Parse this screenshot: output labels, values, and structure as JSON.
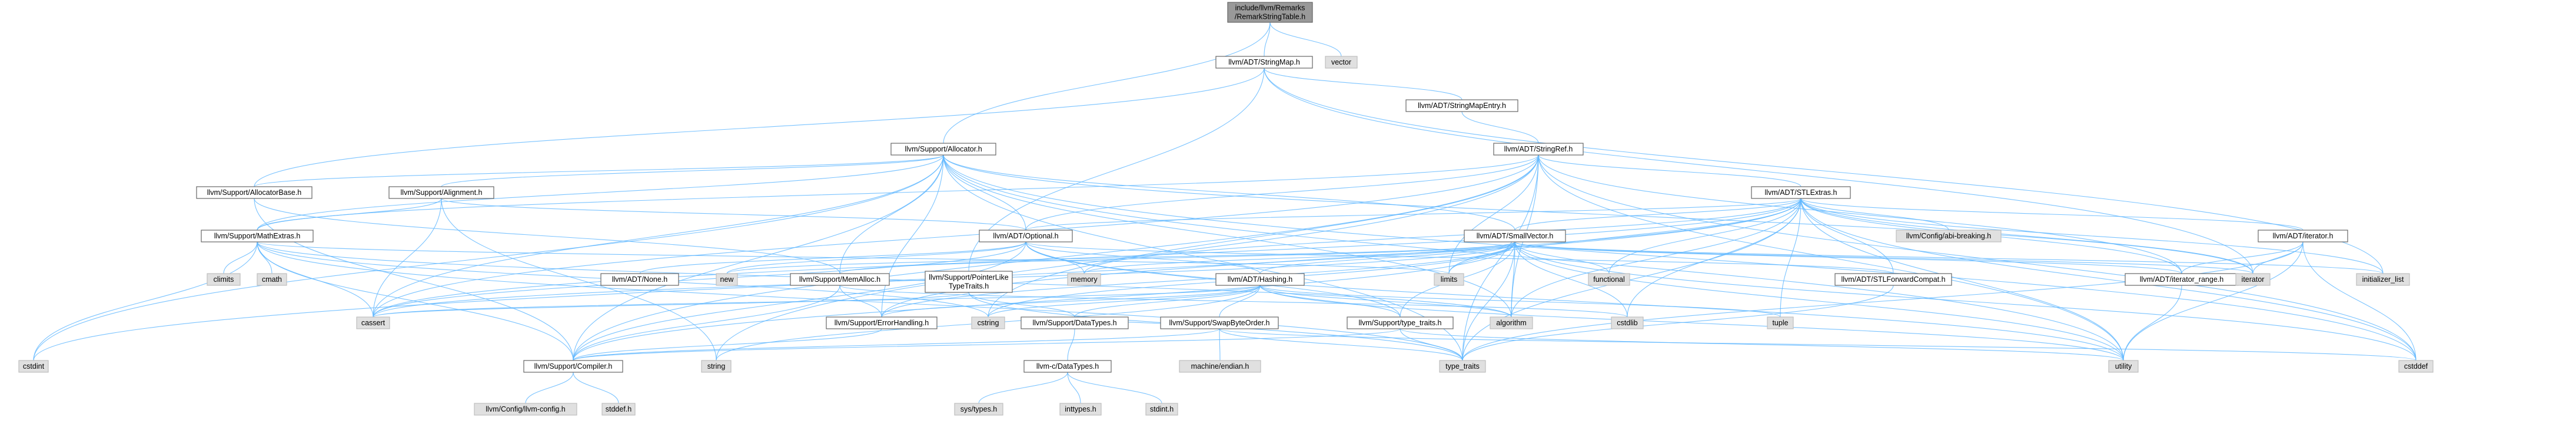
{
  "graph": {
    "root_label_line1": "include/llvm/Remarks",
    "root_label_line2": "/RemarkStringTable.h",
    "colors": {
      "edge": "#63b8ff",
      "root_fill": "#999999",
      "primary_fill": "#ffffff",
      "system_fill": "#e0e0e0"
    },
    "nodes": [
      {
        "id": "root",
        "label": "include/llvm/Remarks\n/RemarkStringTable.h",
        "kind": "root"
      },
      {
        "id": "vector",
        "label": "vector",
        "kind": "system"
      },
      {
        "id": "stringmap",
        "label": "llvm/ADT/StringMap.h",
        "kind": "primary"
      },
      {
        "id": "stringmapentry",
        "label": "llvm/ADT/StringMapEntry.h",
        "kind": "primary"
      },
      {
        "id": "stringref",
        "label": "llvm/ADT/StringRef.h",
        "kind": "primary"
      },
      {
        "id": "allocator",
        "label": "llvm/Support/Allocator.h",
        "kind": "primary"
      },
      {
        "id": "allocatorbase",
        "label": "llvm/Support/AllocatorBase.h",
        "kind": "primary"
      },
      {
        "id": "alignment",
        "label": "llvm/Support/Alignment.h",
        "kind": "primary"
      },
      {
        "id": "mathextras",
        "label": "llvm/Support/MathExtras.h",
        "kind": "primary"
      },
      {
        "id": "optional",
        "label": "llvm/ADT/Optional.h",
        "kind": "primary"
      },
      {
        "id": "stlextras",
        "label": "llvm/ADT/STLExtras.h",
        "kind": "primary"
      },
      {
        "id": "smallvector",
        "label": "llvm/ADT/SmallVector.h",
        "kind": "primary"
      },
      {
        "id": "fallthrough",
        "label": "llvm/Config/abi-breaking.h",
        "kind": "system"
      },
      {
        "id": "iteratorh",
        "label": "llvm/ADT/iterator.h",
        "kind": "primary"
      },
      {
        "id": "iteratorrange",
        "label": "llvm/ADT/iterator_range.h",
        "kind": "primary"
      },
      {
        "id": "stlforward",
        "label": "llvm/ADT/STLForwardCompat.h",
        "kind": "primary"
      },
      {
        "id": "none",
        "label": "llvm/ADT/None.h",
        "kind": "primary"
      },
      {
        "id": "hashing",
        "label": "llvm/ADT/Hashing.h",
        "kind": "primary"
      },
      {
        "id": "memalloc",
        "label": "llvm/Support/MemAlloc.h",
        "kind": "primary"
      },
      {
        "id": "pointerlike",
        "label": "llvm/Support/PointerLike\nTypeTraits.h",
        "kind": "primary"
      },
      {
        "id": "errorhandling",
        "label": "llvm/Support/ErrorHandling.h",
        "kind": "primary"
      },
      {
        "id": "datatypes",
        "label": "llvm/Support/DataTypes.h",
        "kind": "primary"
      },
      {
        "id": "swapbyteorder",
        "label": "llvm/Support/SwapByteOrder.h",
        "kind": "primary"
      },
      {
        "id": "typetraits",
        "label": "llvm/Support/type_traits.h",
        "kind": "primary"
      },
      {
        "id": "compiler",
        "label": "llvm/Support/Compiler.h",
        "kind": "primary"
      },
      {
        "id": "cdatatypes",
        "label": "llvm-c/DataTypes.h",
        "kind": "primary"
      },
      {
        "id": "llvmconfig",
        "label": "llvm/Config/llvm-config.h",
        "kind": "system"
      },
      {
        "id": "stddef",
        "label": "stddef.h",
        "kind": "system"
      },
      {
        "id": "systypes",
        "label": "sys/types.h",
        "kind": "system"
      },
      {
        "id": "inttypes",
        "label": "inttypes.h",
        "kind": "system"
      },
      {
        "id": "stdint",
        "label": "stdint.h",
        "kind": "system"
      },
      {
        "id": "machineendian",
        "label": "machine/endian.h",
        "kind": "system"
      },
      {
        "id": "climits",
        "label": "climits",
        "kind": "system"
      },
      {
        "id": "cmath",
        "label": "cmath",
        "kind": "system"
      },
      {
        "id": "cstdint",
        "label": "cstdint",
        "kind": "system"
      },
      {
        "id": "cassert",
        "label": "cassert",
        "kind": "system"
      },
      {
        "id": "new",
        "label": "new",
        "kind": "system"
      },
      {
        "id": "memory",
        "label": "memory",
        "kind": "system"
      },
      {
        "id": "limits",
        "label": "limits",
        "kind": "system"
      },
      {
        "id": "functional",
        "label": "functional",
        "kind": "system"
      },
      {
        "id": "cstring",
        "label": "cstring",
        "kind": "system"
      },
      {
        "id": "string",
        "label": "string",
        "kind": "system"
      },
      {
        "id": "algorithm",
        "label": "algorithm",
        "kind": "system"
      },
      {
        "id": "cstdlib",
        "label": "cstdlib",
        "kind": "system"
      },
      {
        "id": "tuple",
        "label": "tuple",
        "kind": "system"
      },
      {
        "id": "type_traits",
        "label": "type_traits",
        "kind": "system"
      },
      {
        "id": "utility",
        "label": "utility",
        "kind": "system"
      },
      {
        "id": "cstddef",
        "label": "cstddef",
        "kind": "system"
      },
      {
        "id": "iterator",
        "label": "iterator",
        "kind": "system"
      },
      {
        "id": "initializer_list",
        "label": "initializer_list",
        "kind": "system"
      }
    ],
    "edges": [
      [
        "root",
        "stringmap"
      ],
      [
        "root",
        "vector"
      ],
      [
        "root",
        "allocator"
      ],
      [
        "stringmap",
        "stringmapentry"
      ],
      [
        "stringmap",
        "allocatorbase"
      ],
      [
        "stringmap",
        "pointerlike"
      ],
      [
        "stringmap",
        "iterator"
      ],
      [
        "stringmap",
        "initializer_list"
      ],
      [
        "stringmapentry",
        "stringref"
      ],
      [
        "stringref",
        "stlextras"
      ],
      [
        "stringref",
        "compiler"
      ],
      [
        "stringref",
        "iteratorrange"
      ],
      [
        "stringref",
        "algorithm"
      ],
      [
        "stringref",
        "cassert"
      ],
      [
        "stringref",
        "cstddef"
      ],
      [
        "stringref",
        "cstring"
      ],
      [
        "stringref",
        "limits"
      ],
      [
        "stringref",
        "string"
      ],
      [
        "stringref",
        "type_traits"
      ],
      [
        "stringref",
        "utility"
      ],
      [
        "stringref",
        "optional"
      ],
      [
        "stringref",
        "mathextras"
      ],
      [
        "allocator",
        "allocatorbase"
      ],
      [
        "allocator",
        "alignment"
      ],
      [
        "allocator",
        "mathextras"
      ],
      [
        "allocator",
        "optional"
      ],
      [
        "allocator",
        "smallvector"
      ],
      [
        "allocator",
        "compiler"
      ],
      [
        "allocator",
        "memalloc"
      ],
      [
        "allocator",
        "errorhandling"
      ],
      [
        "allocator",
        "algorithm"
      ],
      [
        "allocator",
        "cassert"
      ],
      [
        "allocator",
        "cstddef"
      ],
      [
        "allocator",
        "cstdint"
      ],
      [
        "allocator",
        "iterator"
      ],
      [
        "allocator",
        "type_traits"
      ],
      [
        "allocator",
        "utility"
      ],
      [
        "allocatorbase",
        "compiler"
      ],
      [
        "allocatorbase",
        "memalloc"
      ],
      [
        "alignment",
        "mathextras"
      ],
      [
        "alignment",
        "cassert"
      ],
      [
        "alignment",
        "optional"
      ],
      [
        "alignment",
        "string"
      ],
      [
        "mathextras",
        "compiler"
      ],
      [
        "mathextras",
        "algorithm"
      ],
      [
        "mathextras",
        "cassert"
      ],
      [
        "mathextras",
        "climits"
      ],
      [
        "mathextras",
        "cmath"
      ],
      [
        "mathextras",
        "cstdint"
      ],
      [
        "mathextras",
        "cstring"
      ],
      [
        "mathextras",
        "limits"
      ],
      [
        "mathextras",
        "type_traits"
      ],
      [
        "optional",
        "none"
      ],
      [
        "optional",
        "stlforward"
      ],
      [
        "optional",
        "compiler"
      ],
      [
        "optional",
        "typetraits"
      ],
      [
        "optional",
        "cassert"
      ],
      [
        "optional",
        "new"
      ],
      [
        "optional",
        "utility"
      ],
      [
        "optional",
        "hashing"
      ],
      [
        "optional",
        "memory"
      ],
      [
        "stlextras",
        "fallthrough"
      ],
      [
        "stlextras",
        "iteratorh"
      ],
      [
        "stlextras",
        "iteratorrange"
      ],
      [
        "stlextras",
        "stlforward"
      ],
      [
        "stlextras",
        "errorhandling"
      ],
      [
        "stlextras",
        "algorithm"
      ],
      [
        "stlextras",
        "cassert"
      ],
      [
        "stlextras",
        "cstddef"
      ],
      [
        "stlextras",
        "cstdint"
      ],
      [
        "stlextras",
        "cstdlib"
      ],
      [
        "stlextras",
        "functional"
      ],
      [
        "stlextras",
        "initializer_list"
      ],
      [
        "stlextras",
        "iterator"
      ],
      [
        "stlextras",
        "limits"
      ],
      [
        "stlextras",
        "memory"
      ],
      [
        "stlextras",
        "tuple"
      ],
      [
        "stlextras",
        "type_traits"
      ],
      [
        "stlextras",
        "utility"
      ],
      [
        "stlextras",
        "optional"
      ],
      [
        "stlextras",
        "smallvector"
      ],
      [
        "smallvector",
        "iteratorrange"
      ],
      [
        "smallvector",
        "compiler"
      ],
      [
        "smallvector",
        "memalloc"
      ],
      [
        "smallvector",
        "typetraits"
      ],
      [
        "smallvector",
        "algorithm"
      ],
      [
        "smallvector",
        "cassert"
      ],
      [
        "smallvector",
        "cstddef"
      ],
      [
        "smallvector",
        "cstdlib"
      ],
      [
        "smallvector",
        "cstring"
      ],
      [
        "smallvector",
        "functional"
      ],
      [
        "smallvector",
        "initializer_list"
      ],
      [
        "smallvector",
        "iterator"
      ],
      [
        "smallvector",
        "limits"
      ],
      [
        "smallvector",
        "memory"
      ],
      [
        "smallvector",
        "new"
      ],
      [
        "smallvector",
        "type_traits"
      ],
      [
        "smallvector",
        "utility"
      ],
      [
        "smallvector",
        "errorhandling"
      ],
      [
        "smallvector",
        "hashing"
      ],
      [
        "iteratorh",
        "iteratorrange"
      ],
      [
        "iteratorh",
        "cstddef"
      ],
      [
        "iteratorh",
        "iterator"
      ],
      [
        "iteratorh",
        "type_traits"
      ],
      [
        "iteratorh",
        "utility"
      ],
      [
        "iteratorrange",
        "utility"
      ],
      [
        "stlforward",
        "type_traits"
      ],
      [
        "hashing",
        "errorhandling"
      ],
      [
        "hashing",
        "swapbyteorder"
      ],
      [
        "hashing",
        "typetraits"
      ],
      [
        "hashing",
        "datatypes"
      ],
      [
        "hashing",
        "algorithm"
      ],
      [
        "hashing",
        "cassert"
      ],
      [
        "hashing",
        "cstring"
      ],
      [
        "hashing",
        "string"
      ],
      [
        "hashing",
        "tuple"
      ],
      [
        "hashing",
        "utility"
      ],
      [
        "memalloc",
        "compiler"
      ],
      [
        "memalloc",
        "errorhandling"
      ],
      [
        "memalloc",
        "cstdlib"
      ],
      [
        "pointerlike",
        "datatypes"
      ],
      [
        "pointerlike",
        "cassert"
      ],
      [
        "pointerlike",
        "type_traits"
      ],
      [
        "errorhandling",
        "compiler"
      ],
      [
        "datatypes",
        "cdatatypes"
      ],
      [
        "swapbyteorder",
        "compiler"
      ],
      [
        "swapbyteorder",
        "datatypes"
      ],
      [
        "swapbyteorder",
        "cstddef"
      ],
      [
        "swapbyteorder",
        "type_traits"
      ],
      [
        "swapbyteorder",
        "machineendian"
      ],
      [
        "typetraits",
        "compiler"
      ],
      [
        "typetraits",
        "type_traits"
      ],
      [
        "typetraits",
        "utility"
      ],
      [
        "compiler",
        "llvmconfig"
      ],
      [
        "compiler",
        "stddef"
      ],
      [
        "cdatatypes",
        "systypes"
      ],
      [
        "cdatatypes",
        "inttypes"
      ],
      [
        "cdatatypes",
        "stdint"
      ]
    ]
  }
}
